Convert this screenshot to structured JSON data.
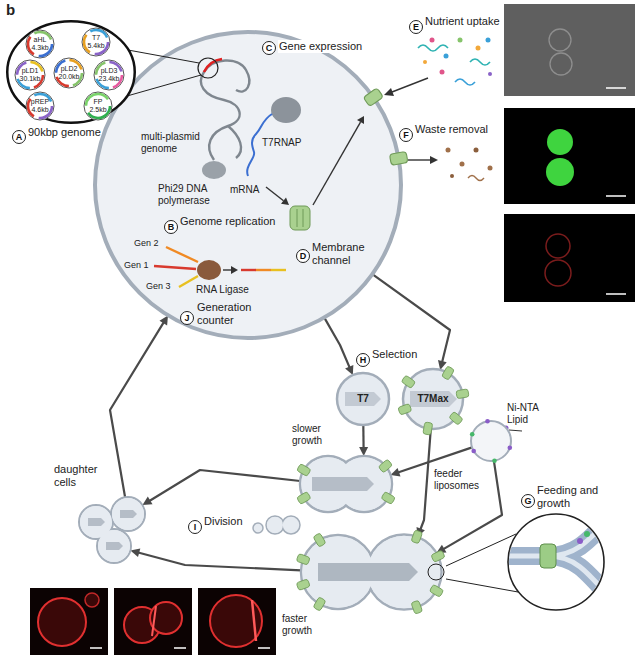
{
  "diagram": {
    "nodes": [
      {
        "text": [
          "multi-plasmid genome",
          "Phi29 DNA polymerase",
          "T7RNAP",
          "mRNA",
          "Gen 1",
          "Gen 2",
          "Gen 3",
          "RNA Ligase"
        ]
      },
      {
        "text": [
          "90kbp genome"
        ]
      },
      {
        "text": [
          "aHL 4.3kb"
        ],
        "in": 1
      },
      {
        "text": [
          "T7 5.4kb"
        ],
        "in": 1
      },
      {
        "text": [
          "pLD1 30.1kb"
        ],
        "in": 1
      },
      {
        "text": [
          "pLD2 20.0kb"
        ],
        "in": 1
      },
      {
        "text": [
          "pLD3 23.4kb"
        ],
        "in": 1
      },
      {
        "text": [
          "pREP 4.6kb"
        ],
        "in": 1
      },
      {
        "text": [
          "FP 2.5kb"
        ],
        "in": 1
      },
      {
        "text": [
          "T7"
        ]
      },
      {
        "text": [
          "T7Max"
        ]
      },
      {
        "text": [
          "feeder liposomes"
        ]
      },
      {
        "text": [
          "slower growth"
        ]
      },
      {
        "text": [
          "faster growth"
        ]
      },
      {
        "text": [
          "daughter cells"
        ]
      }
    ],
    "edges": [
      {
        "from": 0,
        "to": 9,
        "arrow": "to"
      },
      {
        "from": 0,
        "to": 10,
        "arrow": "to"
      },
      {
        "from": 9,
        "to": 12,
        "arrow": "to"
      },
      {
        "from": 10,
        "to": 13,
        "arrow": "to"
      },
      {
        "from": 11,
        "to": 12,
        "arrow": "to"
      },
      {
        "from": 11,
        "to": 13,
        "arrow": "to"
      },
      {
        "from": 12,
        "to": 14,
        "arrow": "to"
      },
      {
        "from": 13,
        "to": 14,
        "arrow": "to"
      },
      {
        "from": 14,
        "to": 0,
        "arrow": "to"
      }
    ],
    "labels": [
      "b",
      "A",
      "B",
      "Genome replication",
      "C",
      "Gene expression",
      "D",
      "Membrane channel",
      "E",
      "Nutrient uptake",
      "F",
      "Waste removal",
      "J",
      "Generation counter",
      "H",
      "Selection",
      "Ni-NTA Lipid",
      "G",
      "Feeding and growth",
      "I",
      "Division"
    ]
  }
}
